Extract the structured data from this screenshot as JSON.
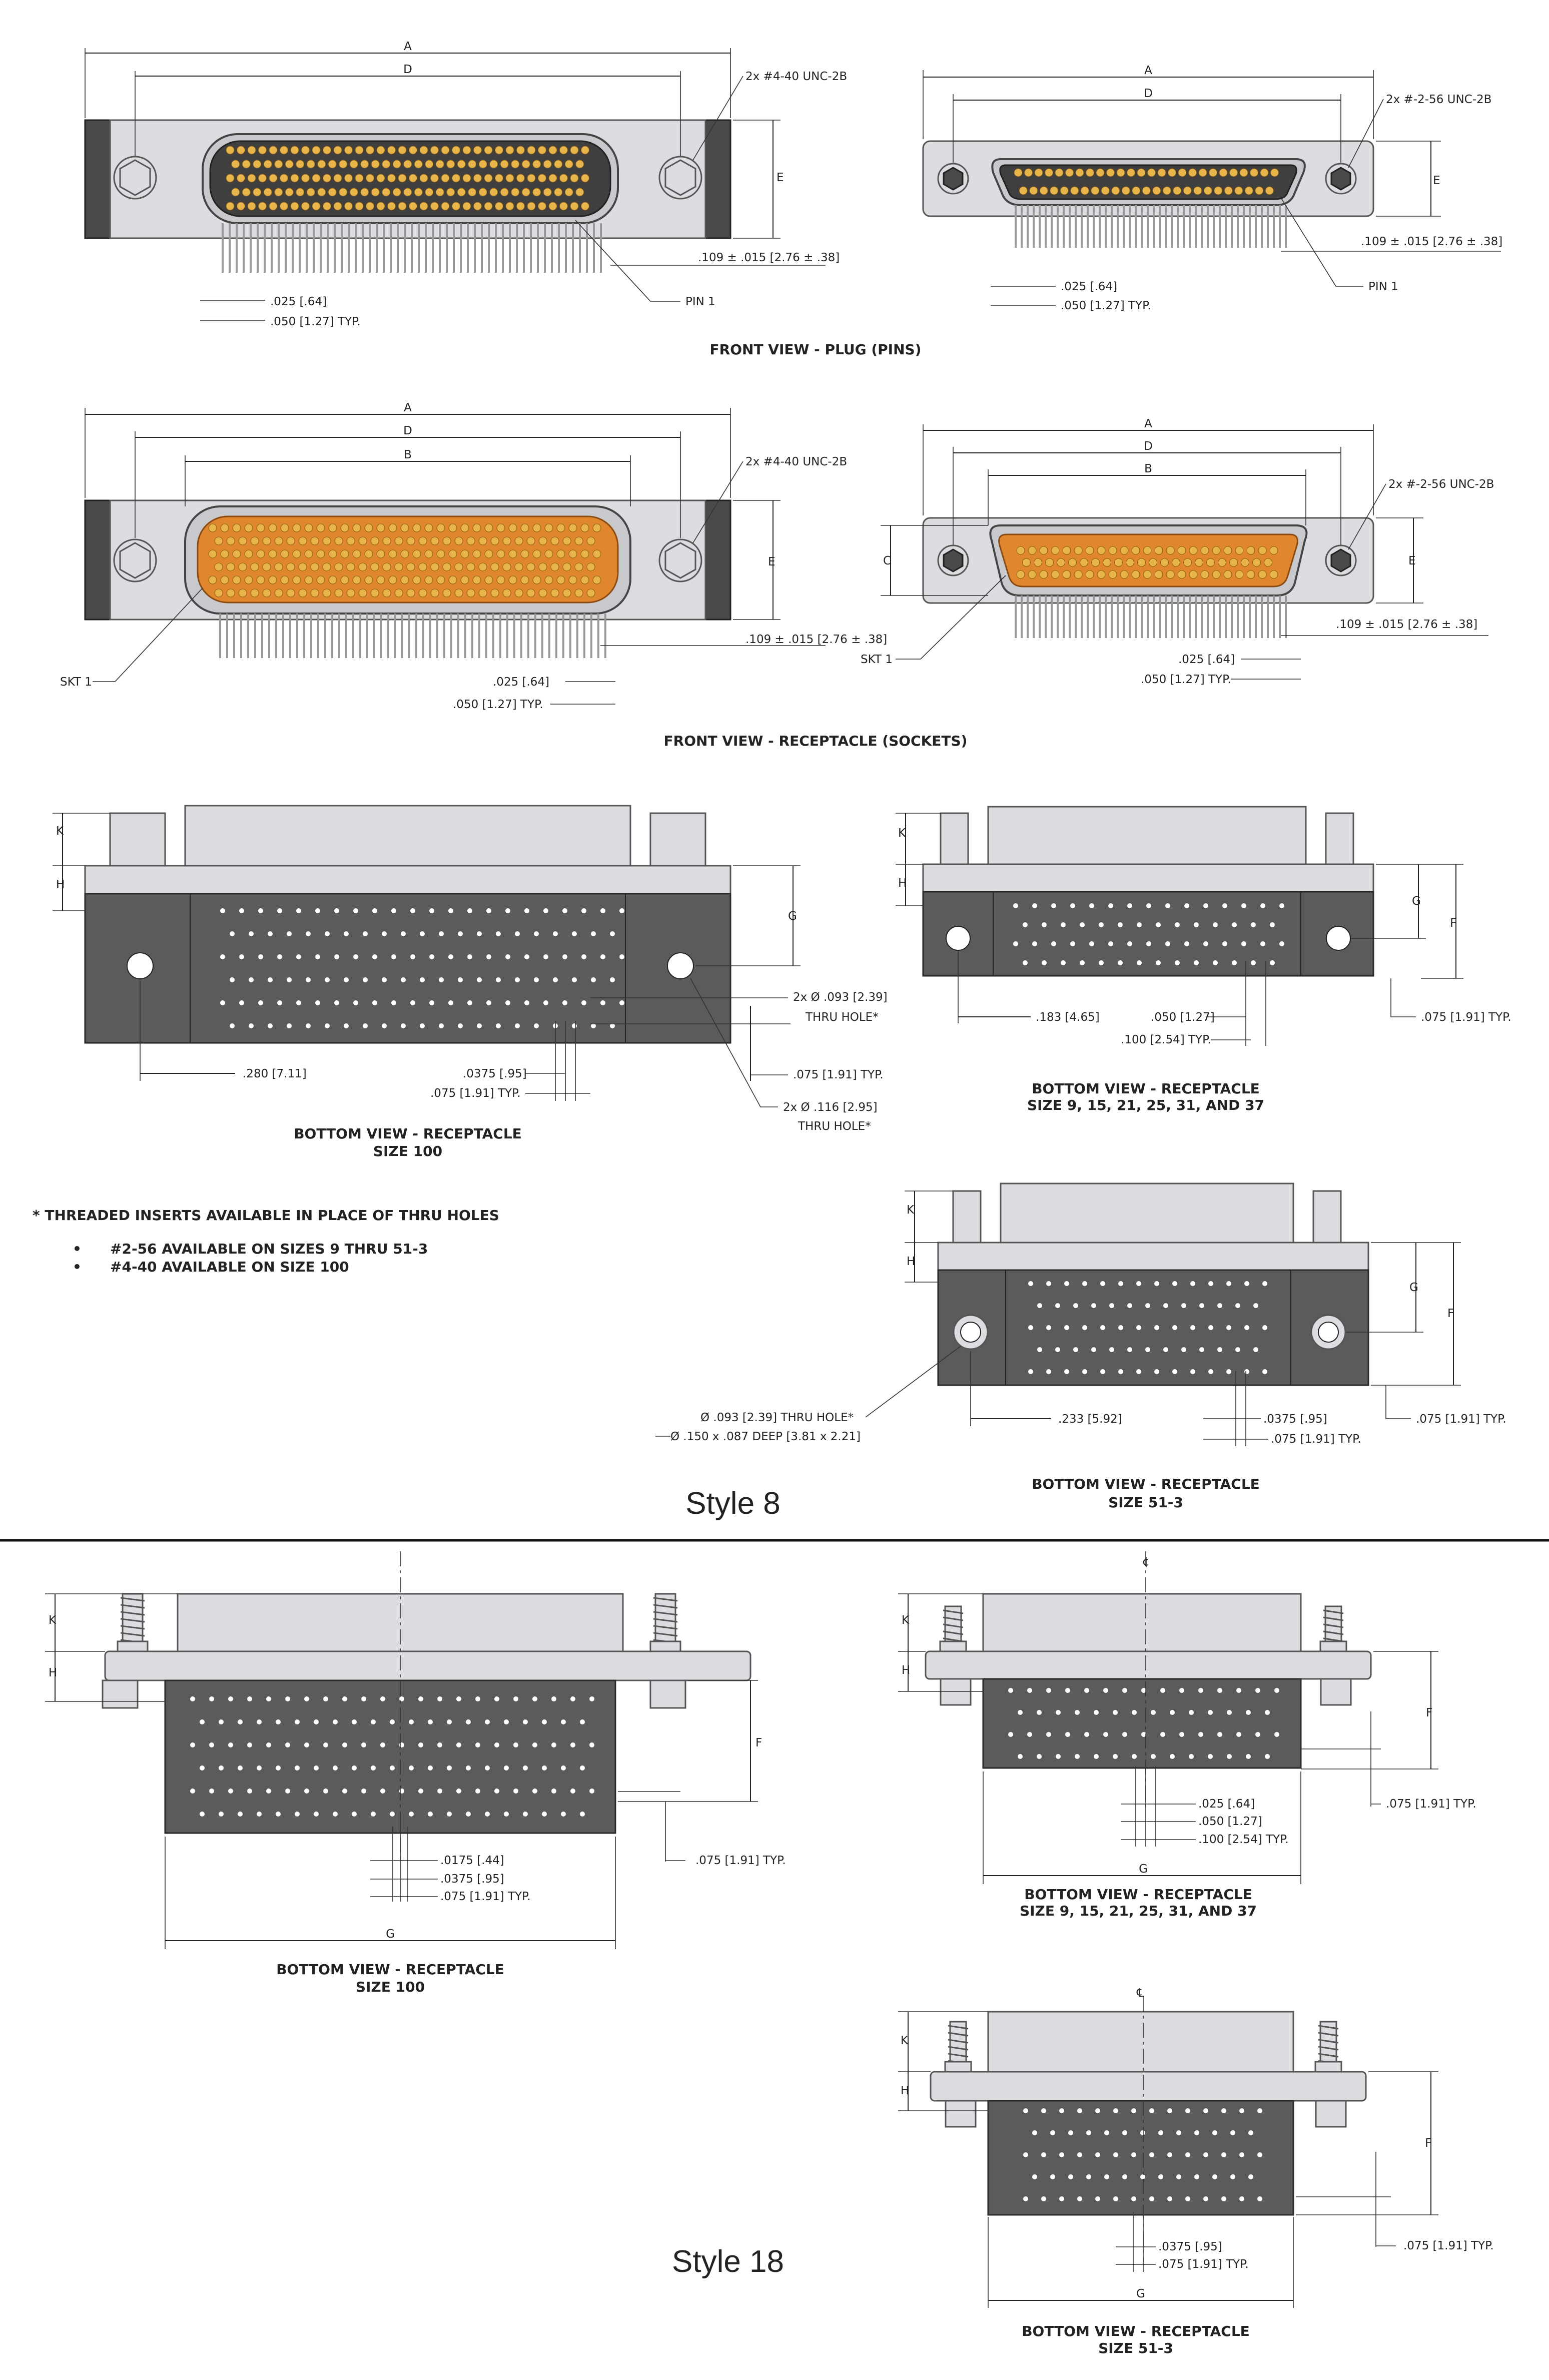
{
  "front_plug": {
    "caption": "FRONT VIEW - PLUG (PINS)",
    "large": {
      "dim_a": "A",
      "dim_d": "D",
      "dim_e": "E",
      "thread": "2x  #4-40  UNC-2B",
      "standoff": ".109 ± .015 [2.76 ± .38]",
      "pin1": "PIN 1",
      "pitch1": ".025 [.64]",
      "pitch2": ".050 [1.27] TYP."
    },
    "small": {
      "dim_a": "A",
      "dim_d": "D",
      "dim_e": "E",
      "thread": "2x  #-2-56  UNC-2B",
      "standoff": ".109 ± .015 [2.76 ± .38]",
      "pin1": "PIN 1",
      "pitch1": ".025 [.64]",
      "pitch2": ".050 [1.27] TYP."
    }
  },
  "front_receptacle": {
    "caption": "FRONT VIEW - RECEPTACLE (SOCKETS)",
    "large": {
      "dim_a": "A",
      "dim_d": "D",
      "dim_b": "B",
      "dim_e": "E",
      "thread": "2x  #4-40  UNC-2B",
      "standoff": ".109 ± .015 [2.76 ± .38]",
      "skt1": "SKT 1",
      "pitch1": ".025 [.64]",
      "pitch2": ".050 [1.27] TYP."
    },
    "small": {
      "dim_a": "A",
      "dim_d": "D",
      "dim_b": "B",
      "dim_c": "C",
      "dim_e": "E",
      "thread": "2x  #-2-56  UNC-2B",
      "standoff": ".109 ± .015 [2.76 ± .38]",
      "skt1": "SKT 1",
      "pitch1": ".025 [.64]",
      "pitch2": ".050 [1.27] TYP."
    }
  },
  "style8": {
    "label": "Style 8",
    "size100": {
      "caption1": "BOTTOM VIEW - RECEPTACLE",
      "caption2": "SIZE  100",
      "k": "K",
      "h": "H",
      "g": "G",
      "hole_small": "2x  Ø .093 [2.39]",
      "hole_small2": "THRU HOLE*",
      "hole_large": "2x  Ø .116 [2.95]",
      "hole_large2": "THRU HOLE*",
      "d1": ".280 [7.11]",
      "d2": ".0375 [.95]",
      "d3": ".075 [1.91] TYP.",
      "d4": ".075 [1.91] TYP."
    },
    "size9_37": {
      "caption1": "BOTTOM VIEW - RECEPTACLE",
      "caption2": "SIZE  9, 15, 21, 25, 31, AND  37",
      "k": "K",
      "h": "H",
      "g": "G",
      "f": "F",
      "d1": ".183 [4.65]",
      "d2": ".050 [1.27]",
      "d3": ".100 [2.54] TYP.",
      "d4": ".075 [1.91] TYP."
    },
    "size51": {
      "caption1": "BOTTOM VIEW - RECEPTACLE",
      "caption2": "SIZE  51-3",
      "k": "K",
      "h": "H",
      "g": "G",
      "f": "F",
      "hole1": "Ø .093 [2.39] THRU HOLE*",
      "hole2": "Ø .150  x  .087 DEEP [3.81  x  2.21]",
      "d1": ".233 [5.92]",
      "d2": ".0375 [.95]",
      "d3": ".075 [1.91] TYP.",
      "d4": ".075 [1.91] TYP."
    },
    "notes": {
      "title": "* THREADED INSERTS AVAILABLE IN PLACE OF THRU HOLES",
      "items": [
        "#2-56  AVAILABLE ON SIZES  9 THRU 51-3",
        "#4-40  AVAILABLE ON SIZE  100"
      ]
    }
  },
  "style18": {
    "label": "Style 18",
    "size100": {
      "caption1": "BOTTOM VIEW - RECEPTACLE",
      "caption2": "SIZE  100",
      "k": "K",
      "h": "H",
      "f": "F",
      "g": "G",
      "d1": ".0175 [.44]",
      "d2": ".0375 [.95]",
      "d3": ".075 [1.91] TYP.",
      "d4": ".075 [1.91] TYP."
    },
    "size9_37": {
      "caption1": "BOTTOM VIEW - RECEPTACLE",
      "caption2": "SIZE  9, 15, 21, 25, 31, AND  37",
      "k": "K",
      "h": "H",
      "f": "F",
      "g": "G",
      "cl": "¢",
      "d1": ".025 [.64]",
      "d2": ".050 [1.27]",
      "d3": ".100 [2.54] TYP.",
      "d4": ".075 [1.91] TYP."
    },
    "size51": {
      "caption1": "BOTTOM VIEW - RECEPTACLE",
      "caption2": "SIZE  51-3",
      "k": "K",
      "h": "H",
      "f": "F",
      "g": "G",
      "cl": "℄",
      "d1": ".0375 [.95]",
      "d2": ".075 [1.91] TYP.",
      "d3": ".075 [1.91] TYP."
    }
  },
  "colors": {
    "body": "#5b5b5b",
    "shell": "#c8c9cc",
    "socket": "#e0862d",
    "pin": "#e8b54a"
  }
}
